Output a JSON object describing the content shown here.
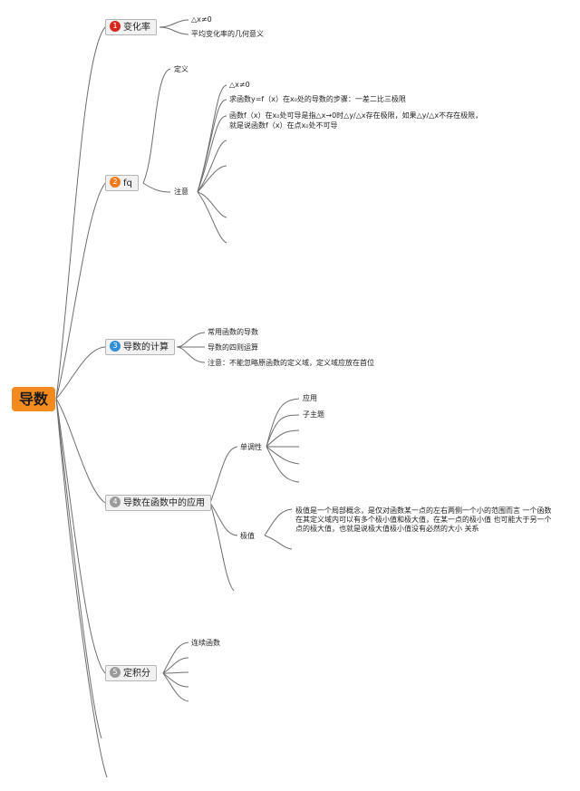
{
  "root": {
    "label": "导数",
    "color": "#f28a1e"
  },
  "topics": [
    {
      "num": "1",
      "label": "变化率",
      "num_color": "#d9261c",
      "children": [
        "△x≠0",
        "平均变化率的几何意义"
      ]
    },
    {
      "num": "2",
      "label": "fq",
      "num_color": "#f07b1c",
      "children": [
        "定义",
        "注意"
      ],
      "notes": [
        "△x≠0",
        "求函数y=f（x）在x₀处的导数的步骤：一差二比三极限",
        "函数f（x）在x₀处可导是指△x→0时△y/△x存在极限，如果△y/△x不存在极限，",
        "就是说函数f（x）在点x₀处不可导"
      ]
    },
    {
      "num": "3",
      "label": "导数的计算",
      "num_color": "#2f8fd8",
      "children": [
        "常用函数的导数",
        "导数的四则运算",
        "注意：不能忽略原函数的定义域，定义域应放在首位"
      ]
    },
    {
      "num": "4",
      "label": "导数在函数中的应用",
      "num_color": "#9a9a9a",
      "children": [
        "单调性",
        "极值"
      ],
      "monotonic": [
        "应用",
        "子主题"
      ],
      "extreme_note": [
        "极值是一个局部概念，是仅对函数某一点的左右两侧一个小的范围而言 一个函数",
        "在其定义域内可以有多个极小值和极大值，在某一点的极小值 也可能大于另一个",
        "点的极大值，也就是说极大值极小值没有必然的大小 关系"
      ]
    },
    {
      "num": "5",
      "label": "定积分",
      "num_color": "#9a9a9a",
      "children": [
        "连续函数"
      ]
    }
  ]
}
